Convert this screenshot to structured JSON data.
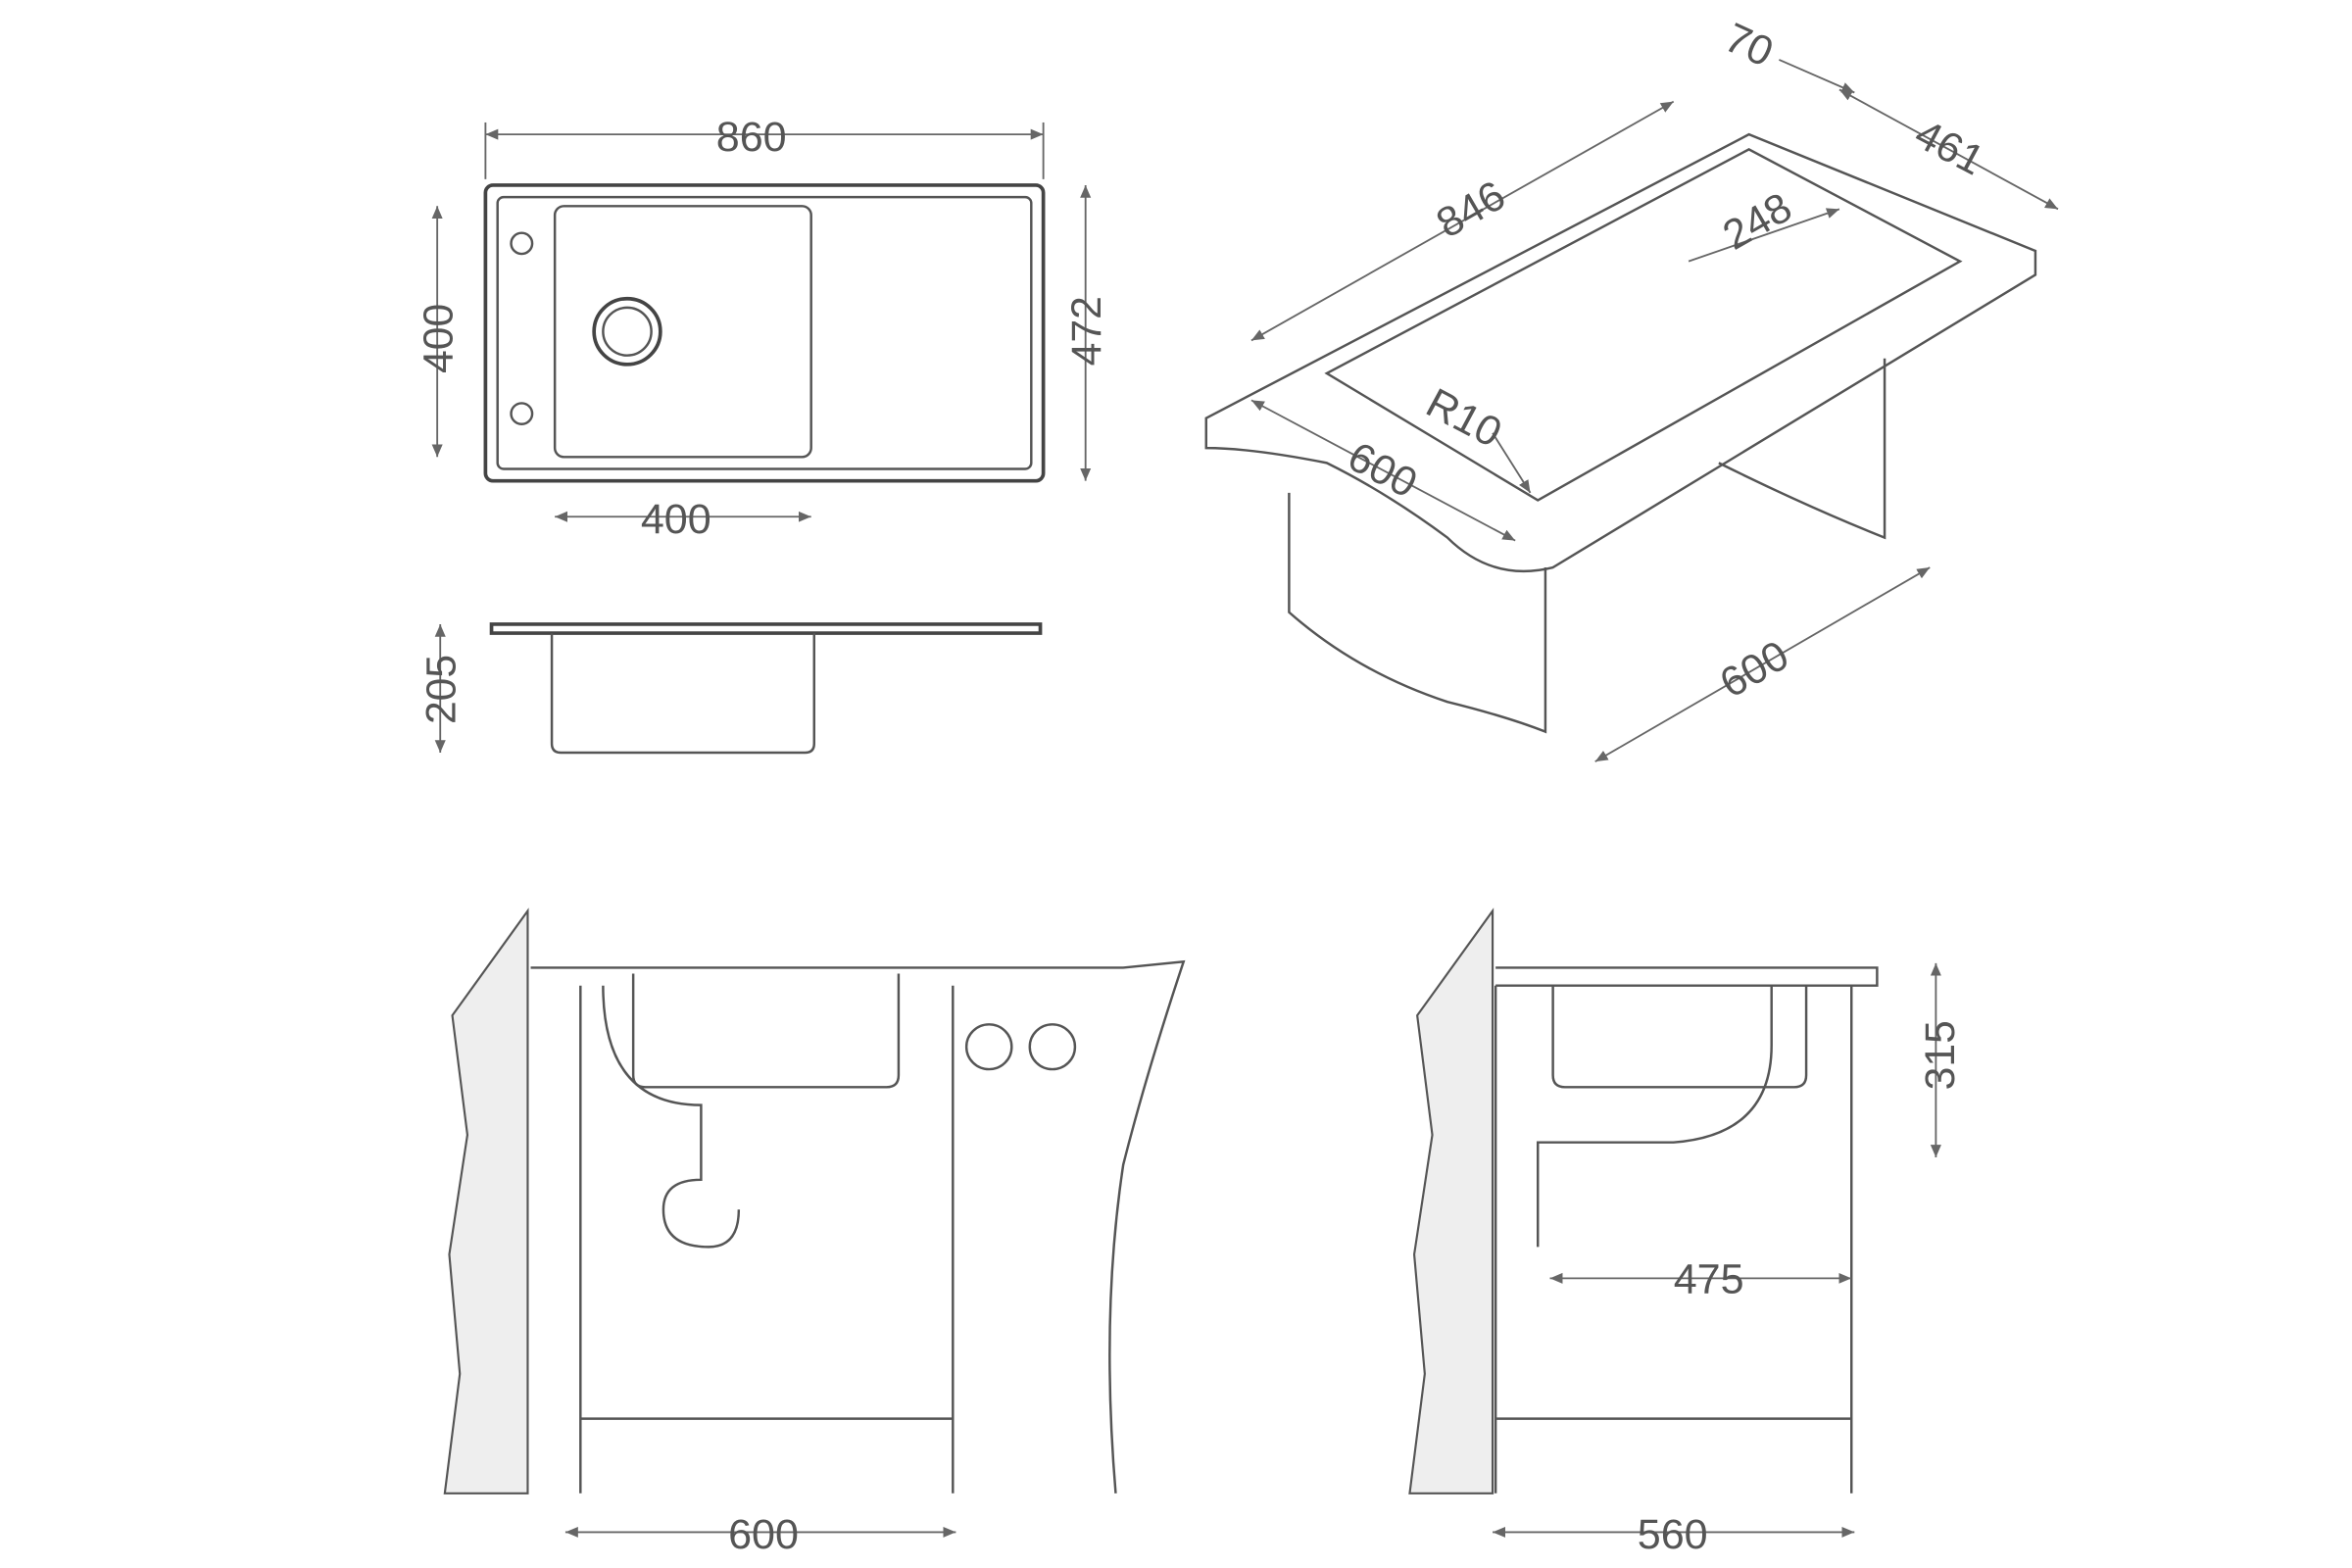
{
  "title": "Sink dimension drawing",
  "colors": {
    "line": "#555555",
    "background": "#ffffff"
  },
  "top_view": {
    "overall_width": "860",
    "bowl_height": "400",
    "overall_depth": "472",
    "bowl_width": "400"
  },
  "side_view": {
    "bowl_depth": "205"
  },
  "perspective_view": {
    "length": "846",
    "rim": "70",
    "depth": "461",
    "drainer": "248",
    "radius": "R10",
    "cabinet_depth": "600",
    "cabinet_width": "600"
  },
  "front_install": {
    "cabinet_width": "600"
  },
  "side_install": {
    "cabinet_depth": "560",
    "drain_offset": "475",
    "drain_height": "315"
  }
}
